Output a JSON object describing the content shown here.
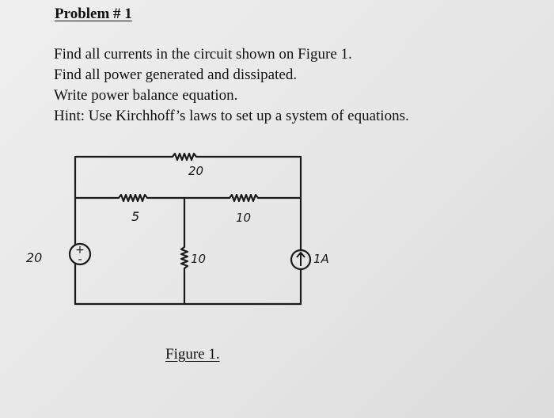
{
  "problem": {
    "title": "Problem # 1",
    "lines": [
      "Find all currents in the circuit shown on Figure 1.",
      "Find all power generated and dissipated.",
      "Write power balance equation.",
      "Hint: Use Kirchhoff’s laws to set up a system of equations."
    ]
  },
  "circuit": {
    "labels": {
      "r_top": "20",
      "r_left": "5",
      "r_right": "10",
      "r_middle": "10",
      "voltage_source": "20",
      "current_source": "1A",
      "plus_sign": "+",
      "minus_sign": "-"
    }
  },
  "figure": {
    "caption": "Figure 1."
  }
}
